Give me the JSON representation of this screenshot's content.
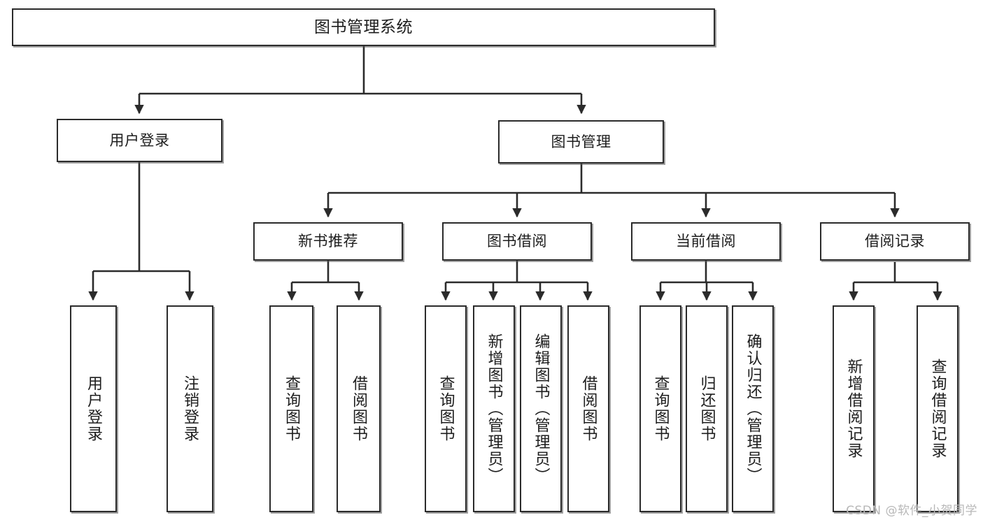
{
  "diagram": {
    "type": "tree-hierarchy",
    "title": "图书管理系统",
    "watermark": "CSDN @软件_小贺同学",
    "colors": {
      "box_border": "#2b2b2b",
      "box_fill": "#ffffff",
      "connector": "#2b2b2b",
      "text": "#1d1d1d",
      "watermark": "#b8b8b8",
      "background": "#ffffff"
    },
    "nodes": {
      "root": {
        "label": "图书管理系统",
        "level": 1,
        "orientation": "horizontal"
      },
      "user_login": {
        "label": "用户登录",
        "level": 2,
        "orientation": "horizontal"
      },
      "book_manage": {
        "label": "图书管理",
        "level": 2,
        "orientation": "horizontal"
      },
      "new_book_rec": {
        "label": "新书推荐",
        "level": 3,
        "orientation": "horizontal"
      },
      "book_borrow": {
        "label": "图书借阅",
        "level": 3,
        "orientation": "horizontal"
      },
      "current_borrow": {
        "label": "当前借阅",
        "level": 3,
        "orientation": "horizontal"
      },
      "borrow_record": {
        "label": "借阅记录",
        "level": 3,
        "orientation": "horizontal"
      },
      "leaf_user_login": {
        "label": "用户登录",
        "level": 3,
        "orientation": "vertical"
      },
      "leaf_logout": {
        "label": "注销登录",
        "level": 3,
        "orientation": "vertical"
      },
      "leaf_query_book_1": {
        "label": "查询图书",
        "level": 4,
        "orientation": "vertical"
      },
      "leaf_borrow_book_1": {
        "label": "借阅图书",
        "level": 4,
        "orientation": "vertical"
      },
      "leaf_query_book_2": {
        "label": "查询图书",
        "level": 4,
        "orientation": "vertical"
      },
      "leaf_add_book": {
        "label": "新增图书（管理员）",
        "level": 4,
        "orientation": "vertical"
      },
      "leaf_edit_book": {
        "label": "编辑图书（管理员）",
        "level": 4,
        "orientation": "vertical"
      },
      "leaf_borrow_book_2": {
        "label": "借阅图书",
        "level": 4,
        "orientation": "vertical"
      },
      "leaf_query_book_3": {
        "label": "查询图书",
        "level": 4,
        "orientation": "vertical"
      },
      "leaf_return_book": {
        "label": "归还图书",
        "level": 4,
        "orientation": "vertical"
      },
      "leaf_confirm_return": {
        "label": "确认归还（管理员）",
        "level": 4,
        "orientation": "vertical"
      },
      "leaf_add_record": {
        "label": "新增借阅记录",
        "level": 4,
        "orientation": "vertical"
      },
      "leaf_query_record": {
        "label": "查询借阅记录",
        "level": 4,
        "orientation": "vertical"
      }
    },
    "edges": [
      {
        "from": "root",
        "to": "user_login"
      },
      {
        "from": "root",
        "to": "book_manage"
      },
      {
        "from": "user_login",
        "to": "leaf_user_login"
      },
      {
        "from": "user_login",
        "to": "leaf_logout"
      },
      {
        "from": "book_manage",
        "to": "new_book_rec"
      },
      {
        "from": "book_manage",
        "to": "book_borrow"
      },
      {
        "from": "book_manage",
        "to": "current_borrow"
      },
      {
        "from": "book_manage",
        "to": "borrow_record"
      },
      {
        "from": "new_book_rec",
        "to": "leaf_query_book_1"
      },
      {
        "from": "new_book_rec",
        "to": "leaf_borrow_book_1"
      },
      {
        "from": "book_borrow",
        "to": "leaf_query_book_2"
      },
      {
        "from": "book_borrow",
        "to": "leaf_add_book"
      },
      {
        "from": "book_borrow",
        "to": "leaf_edit_book"
      },
      {
        "from": "book_borrow",
        "to": "leaf_borrow_book_2"
      },
      {
        "from": "current_borrow",
        "to": "leaf_query_book_3"
      },
      {
        "from": "current_borrow",
        "to": "leaf_return_book"
      },
      {
        "from": "current_borrow",
        "to": "leaf_confirm_return"
      },
      {
        "from": "borrow_record",
        "to": "leaf_add_record"
      },
      {
        "from": "borrow_record",
        "to": "leaf_query_record"
      }
    ]
  }
}
